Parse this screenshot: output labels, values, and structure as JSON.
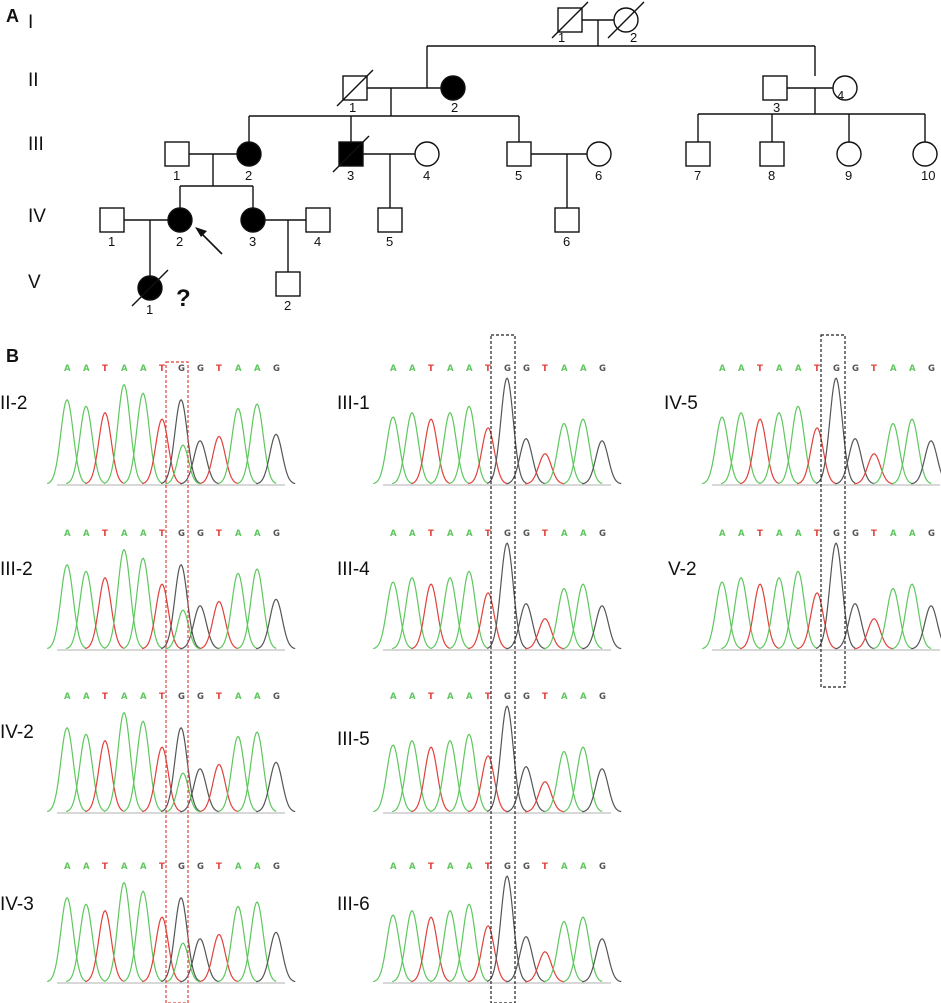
{
  "panel_a_label": "A",
  "panel_b_label": "B",
  "generations": [
    "I",
    "II",
    "III",
    "IV",
    "V"
  ],
  "uncertain_mark": "?",
  "sequence_bases": [
    "A",
    "A",
    "T",
    "A",
    "A",
    "T",
    "G",
    "G",
    "T",
    "A",
    "A",
    "G"
  ],
  "pedigree": {
    "individuals": [
      {
        "id": "I-1",
        "number": "1",
        "sex": "male",
        "affected": false,
        "deceased": true
      },
      {
        "id": "I-2",
        "number": "2",
        "sex": "female",
        "affected": false,
        "deceased": true
      },
      {
        "id": "II-1",
        "number": "1",
        "sex": "male",
        "affected": false,
        "deceased": true
      },
      {
        "id": "II-2",
        "number": "2",
        "sex": "female",
        "affected": true,
        "deceased": false
      },
      {
        "id": "II-3",
        "number": "3",
        "sex": "male",
        "affected": false,
        "deceased": false
      },
      {
        "id": "II-4",
        "number": "4",
        "sex": "female",
        "affected": false,
        "deceased": false
      },
      {
        "id": "III-1",
        "number": "1",
        "sex": "male",
        "affected": false,
        "deceased": false
      },
      {
        "id": "III-2",
        "number": "2",
        "sex": "female",
        "affected": true,
        "deceased": false
      },
      {
        "id": "III-3",
        "number": "3",
        "sex": "male",
        "affected": true,
        "deceased": true
      },
      {
        "id": "III-4",
        "number": "4",
        "sex": "female",
        "affected": false,
        "deceased": false
      },
      {
        "id": "III-5",
        "number": "5",
        "sex": "male",
        "affected": false,
        "deceased": false
      },
      {
        "id": "III-6",
        "number": "6",
        "sex": "female",
        "affected": false,
        "deceased": false
      },
      {
        "id": "III-7",
        "number": "7",
        "sex": "male",
        "affected": false,
        "deceased": false
      },
      {
        "id": "III-8",
        "number": "8",
        "sex": "male",
        "affected": false,
        "deceased": false
      },
      {
        "id": "III-9",
        "number": "9",
        "sex": "female",
        "affected": false,
        "deceased": false
      },
      {
        "id": "III-10",
        "number": "10",
        "sex": "female",
        "affected": false,
        "deceased": false
      },
      {
        "id": "IV-1",
        "number": "1",
        "sex": "male",
        "affected": false,
        "deceased": false
      },
      {
        "id": "IV-2",
        "number": "2",
        "sex": "female",
        "affected": true,
        "deceased": false,
        "proband": true
      },
      {
        "id": "IV-3",
        "number": "3",
        "sex": "female",
        "affected": true,
        "deceased": false
      },
      {
        "id": "IV-4",
        "number": "4",
        "sex": "male",
        "affected": false,
        "deceased": false
      },
      {
        "id": "IV-5",
        "number": "5",
        "sex": "male",
        "affected": false,
        "deceased": false
      },
      {
        "id": "IV-6",
        "number": "6",
        "sex": "male",
        "affected": false,
        "deceased": false
      },
      {
        "id": "V-1",
        "number": "1",
        "sex": "female",
        "affected": true,
        "deceased": true
      },
      {
        "id": "V-2",
        "number": "2",
        "sex": "male",
        "affected": false,
        "deceased": false
      }
    ]
  },
  "chromatograms": [
    {
      "label": "II-2",
      "highlight": "red"
    },
    {
      "label": "III-2",
      "highlight": "red"
    },
    {
      "label": "IV-2",
      "highlight": "red"
    },
    {
      "label": "IV-3",
      "highlight": "red"
    },
    {
      "label": "III-1",
      "highlight": "black"
    },
    {
      "label": "III-4",
      "highlight": "black"
    },
    {
      "label": "III-5",
      "highlight": "black"
    },
    {
      "label": "III-6",
      "highlight": "black"
    },
    {
      "label": "IV-5",
      "highlight": "black"
    },
    {
      "label": "V-2",
      "highlight": "black"
    }
  ],
  "colors": {
    "A": "#5ec75e",
    "T": "#e0413b",
    "G": "#555555",
    "wildtype_box": "#222222",
    "mutant_box": "#e0413b",
    "affected_fill": "#000000"
  }
}
